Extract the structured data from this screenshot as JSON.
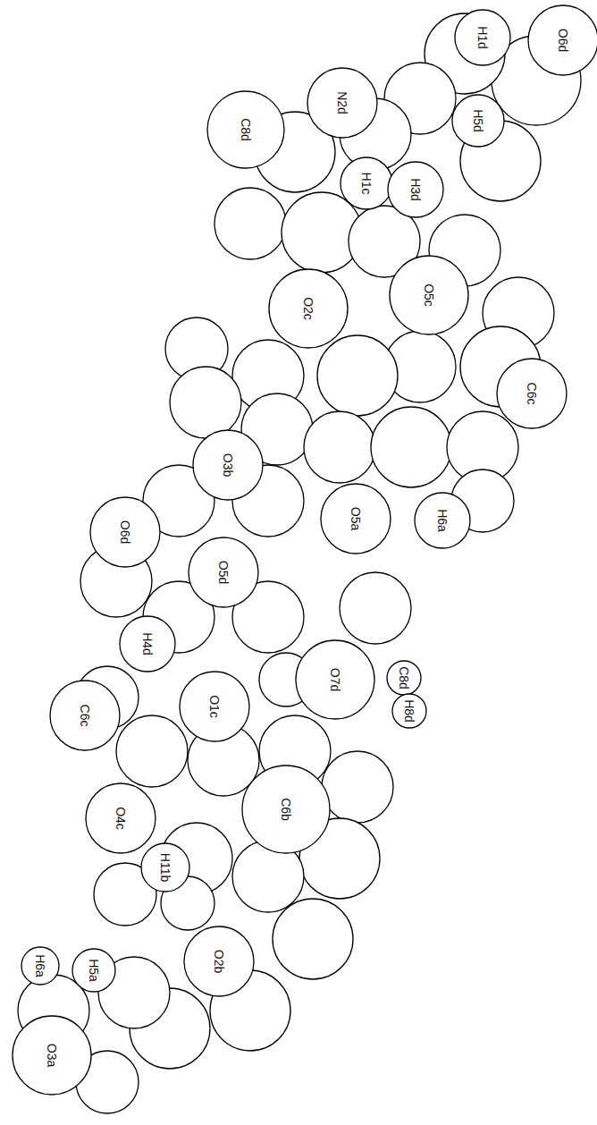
{
  "diagram": {
    "nodes": [
      {
        "text": [
          "O6d"
        ]
      },
      {
        "text": [
          "H1d"
        ]
      },
      {
        "text": [
          "N2d"
        ]
      },
      {
        "text": [
          "H5d"
        ]
      },
      {
        "text": [
          "C8d"
        ]
      },
      {
        "text": [
          "H1c"
        ]
      },
      {
        "text": [
          "H3d"
        ]
      },
      {
        "text": [
          "O2c"
        ]
      },
      {
        "text": [
          "O5c"
        ]
      },
      {
        "text": [
          "C6c"
        ]
      },
      {
        "text": [
          "O3b"
        ]
      },
      {
        "text": [
          "O5a"
        ]
      },
      {
        "text": [
          "H6a"
        ]
      },
      {
        "text": [
          "O6d"
        ]
      },
      {
        "text": [
          "O5d"
        ]
      },
      {
        "text": [
          "H4d"
        ]
      },
      {
        "text": [
          "O7d"
        ]
      },
      {
        "text": [
          "C8d"
        ]
      },
      {
        "text": [
          "H8d"
        ]
      },
      {
        "text": [
          "O1c"
        ]
      },
      {
        "text": [
          "C6c"
        ]
      },
      {
        "text": [
          "C6b"
        ]
      },
      {
        "text": [
          "O4c"
        ]
      },
      {
        "text": [
          "H11b"
        ]
      },
      {
        "text": [
          "O2b"
        ]
      },
      {
        "text": [
          "H5a"
        ]
      },
      {
        "text": [
          "H6a"
        ]
      },
      {
        "text": [
          "O3a"
        ]
      }
    ]
  }
}
